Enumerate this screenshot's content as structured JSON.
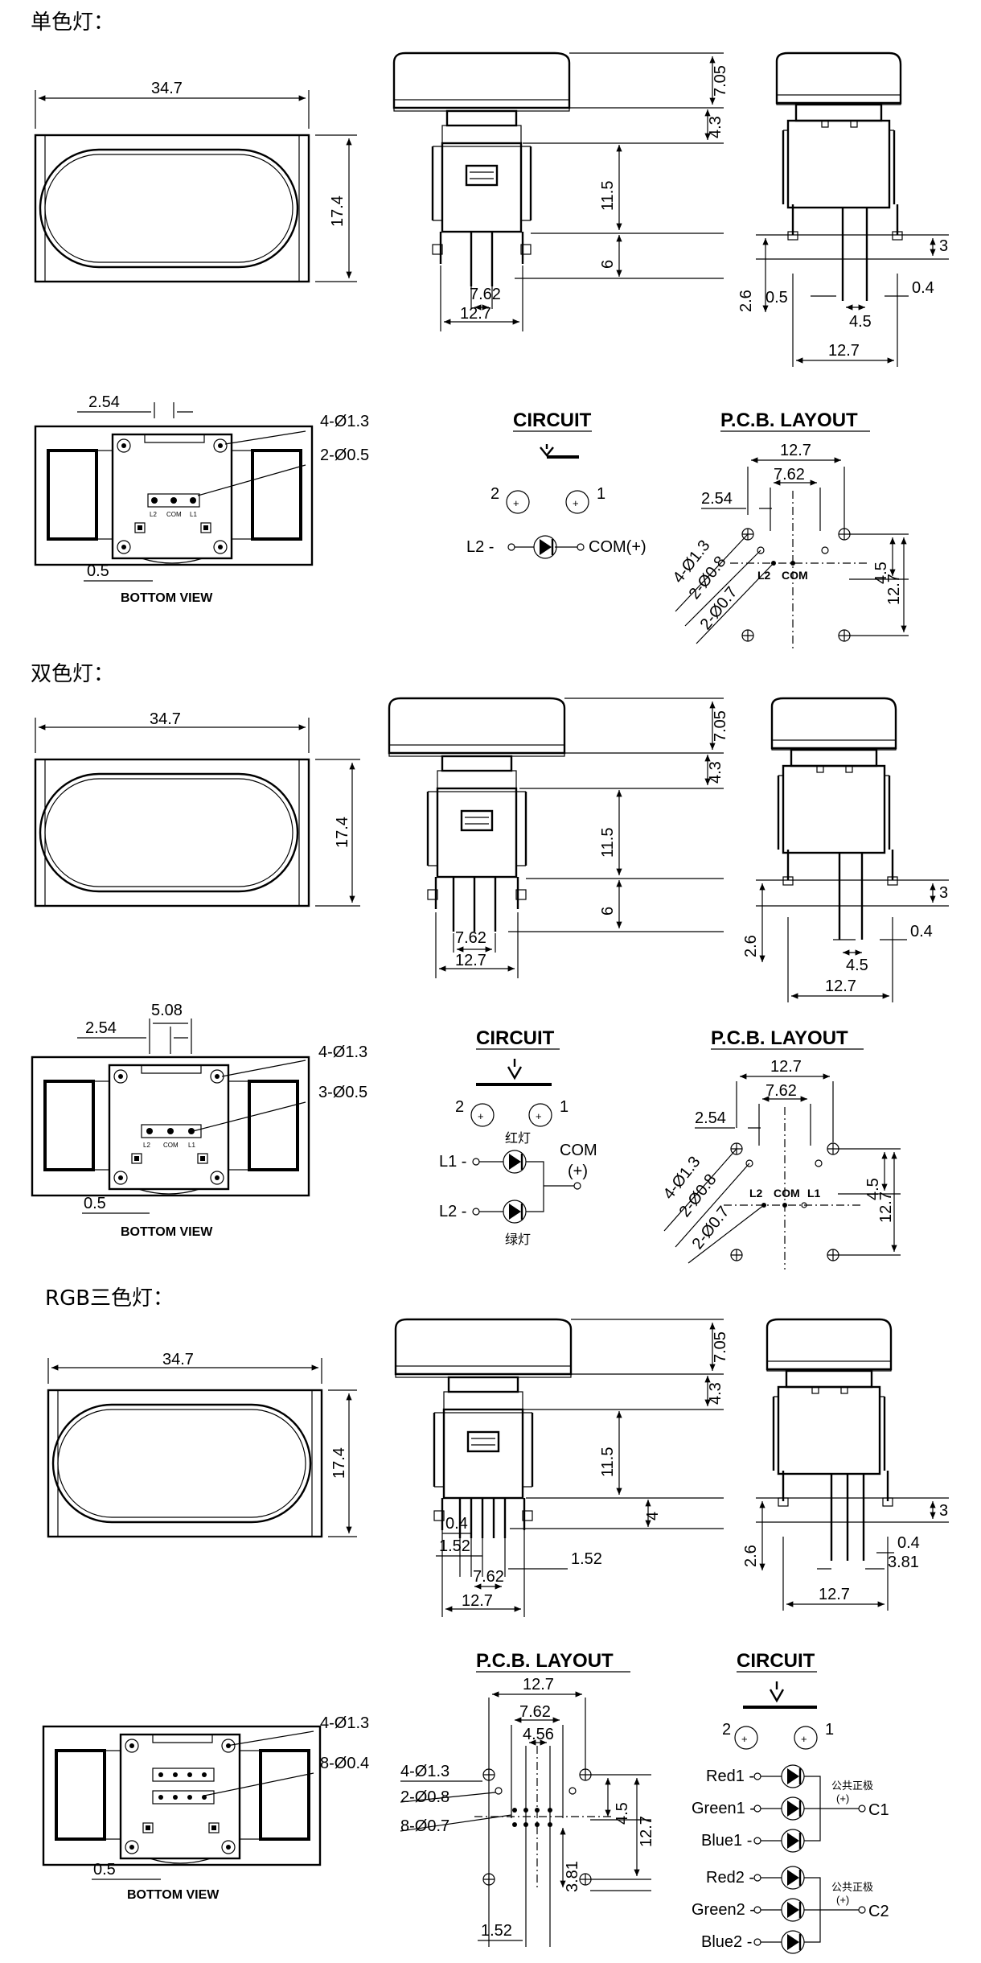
{
  "sections": [
    {
      "title": "单色灯：",
      "top": {
        "width": "34.7",
        "height": "17.4"
      },
      "front": {
        "cap": "7.05",
        "neck": "4.3",
        "body": "11.5",
        "pin": "6",
        "pitch_inner": "7.62",
        "pitch_outer": "12.7"
      },
      "side": {
        "pin_len": "3",
        "stand": "2.6",
        "t1": "0.5",
        "t2": "0.4",
        "spacing": "4.5",
        "width": "12.7"
      },
      "bottom": {
        "d1": "2.54",
        "hole_big": "4-Ø1.3",
        "hole_small": "2-Ø0.5",
        "edge": "0.5",
        "caption": "BOTTOM VIEW",
        "pins": [
          "L2",
          "COM",
          "L1"
        ]
      },
      "circuit": {
        "title": "CIRCUIT",
        "pin2": "2",
        "pin1": "1",
        "l2": "L2 -",
        "com": "COM(+)"
      },
      "pcb": {
        "title": "P.C.B. LAYOUT",
        "w1": "12.7",
        "w2": "7.62",
        "w3": "2.54",
        "holes1": "4-Ø1.3",
        "holes2": "2-Ø0.8",
        "holes3": "2-Ø0.7",
        "v1": "4.5",
        "v2": "12.7",
        "l2": "L2",
        "com": "COM"
      }
    },
    {
      "title": "双色灯：",
      "top": {
        "width": "34.7",
        "height": "17.4"
      },
      "front": {
        "cap": "7.05",
        "neck": "4.3",
        "body": "11.5",
        "pin": "6",
        "pitch_inner": "7.62",
        "pitch_outer": "12.7"
      },
      "side": {
        "pin_len": "3",
        "stand": "2.6",
        "t2": "0.4",
        "spacing": "4.5",
        "width": "12.7"
      },
      "bottom": {
        "d1": "2.54",
        "d2": "5.08",
        "hole_big": "4-Ø1.3",
        "hole_small": "3-Ø0.5",
        "edge": "0.5",
        "caption": "BOTTOM VIEW",
        "pins": [
          "L2",
          "COM",
          "L1"
        ]
      },
      "circuit": {
        "title": "CIRCUIT",
        "pin2": "2",
        "pin1": "1",
        "l1": "L1 -",
        "l2": "L2 -",
        "red": "红灯",
        "green": "绿灯",
        "com": "COM",
        "plus": "(+)"
      },
      "pcb": {
        "title": "P.C.B. LAYOUT",
        "w1": "12.7",
        "w2": "7.62",
        "w3": "2.54",
        "holes1": "4-Ø1.3",
        "holes2": "2-Ø0.8",
        "holes3": "2-Ø0.7",
        "v1": "4.5",
        "v2": "12.7",
        "l2": "L2",
        "com": "COM",
        "l1": "L1"
      }
    },
    {
      "title": "RGB三色灯：",
      "top": {
        "width": "34.7",
        "height": "17.4"
      },
      "front": {
        "cap": "7.05",
        "neck": "4.3",
        "body": "11.5",
        "pin": "4",
        "t": "0.4",
        "p1": "1.52",
        "p2": "1.52",
        "pitch_inner": "7.62",
        "pitch_outer": "12.7"
      },
      "side": {
        "pin_len": "3",
        "stand": "2.6",
        "t2": "0.4",
        "spacing": "3.81",
        "width": "12.7"
      },
      "bottom": {
        "hole_big": "4-Ø1.3",
        "hole_small": "8-Ø0.4",
        "edge": "0.5",
        "caption": "BOTTOM VIEW"
      },
      "pcb": {
        "title": "P.C.B. LAYOUT",
        "w1": "12.7",
        "w2": "7.62",
        "w3": "4.56",
        "holes1": "4-Ø1.3",
        "holes2": "2-Ø0.8",
        "holes3": "8-Ø0.7",
        "v1": "4.5",
        "v2": "12.7",
        "v3": "3.81",
        "h1": "1.52"
      },
      "circuit": {
        "title": "CIRCUIT",
        "pin2": "2",
        "pin1": "1",
        "red1": "Red1 -",
        "green1": "Green1 -",
        "blue1": "Blue1 -",
        "red2": "Red2 -",
        "green2": "Green2 -",
        "blue2": "Blue2 -",
        "anode": "公共正极",
        "plus": "(+)",
        "c1": "C1",
        "c2": "C2"
      }
    }
  ]
}
